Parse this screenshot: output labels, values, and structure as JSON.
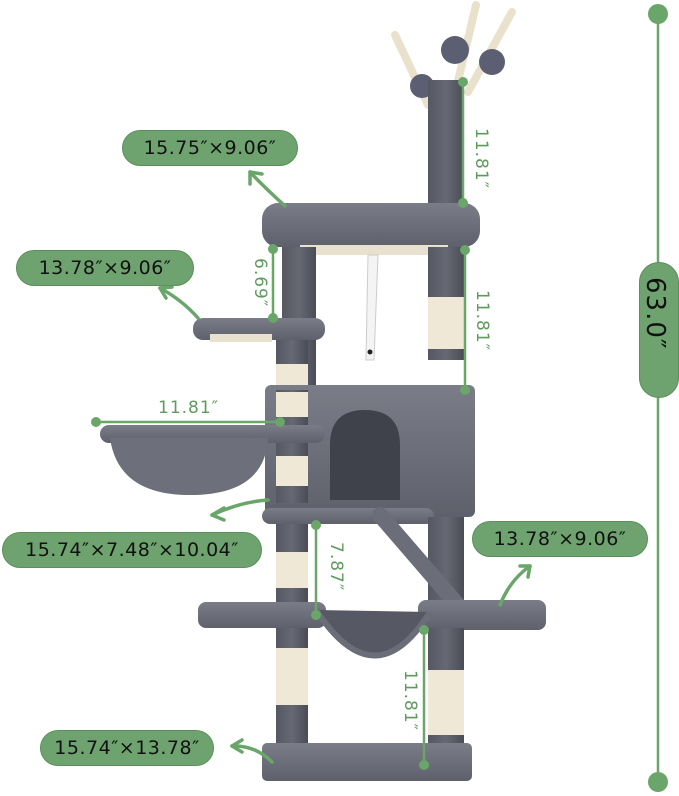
{
  "product": "cat-tree",
  "colors": {
    "accent_green": "#6ea26e",
    "dimension_line": "#6aa56a",
    "plush_gray": "#6b6d78",
    "plush_dark": "#4e505a",
    "sisal": "#efe8d6"
  },
  "callouts": {
    "top_perch": "15.75″×9.06″",
    "left_platform": "13.78″×9.06″",
    "basket": "15.74″×7.48″×10.04″",
    "right_platform": "13.78″×9.06″",
    "base": "15.74″×13.78″"
  },
  "dimensions": {
    "total_height": "63.0″",
    "top_post": "11.81″",
    "upper_left_gap": "6.69″",
    "upper_right_gap": "11.81″",
    "basket_width": "11.81″",
    "middle_gap": "7.87″",
    "lower_right_gap": "11.81″"
  }
}
